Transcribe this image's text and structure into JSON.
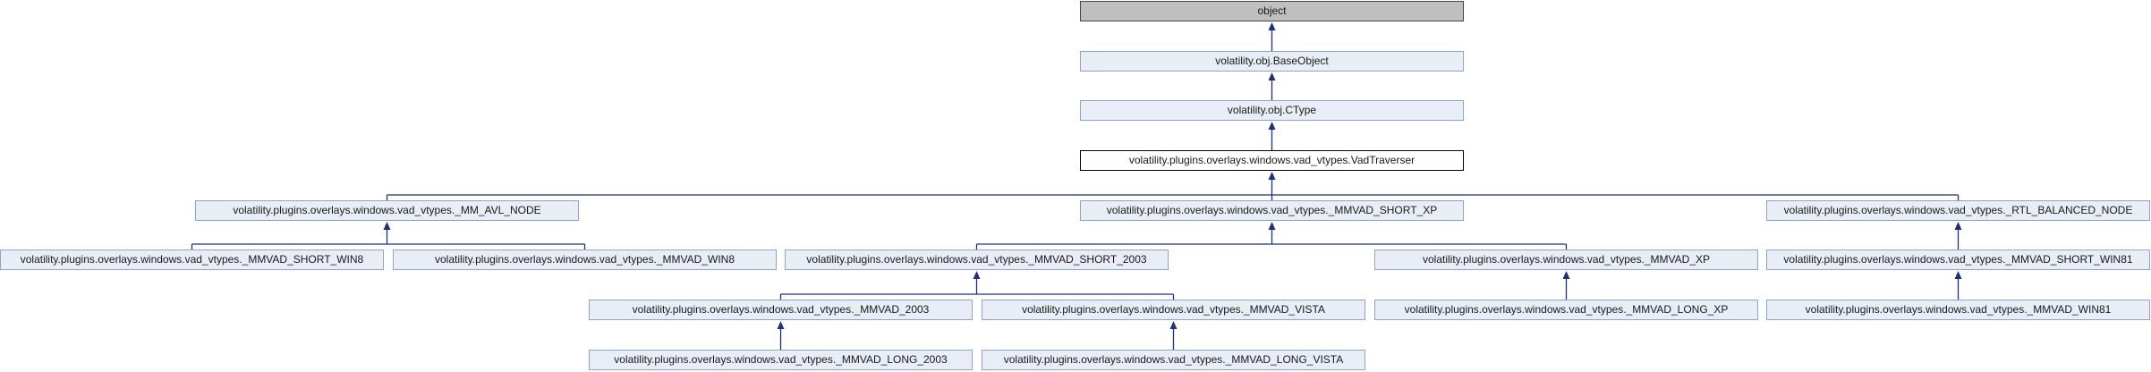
{
  "diagram": {
    "type": "class-inheritance",
    "colors": {
      "node_fill": "#e8edf6",
      "node_border": "#8ea3c9",
      "root_fill": "#bfbfbf",
      "current_border": "#000000",
      "edge": "#1f2f7a"
    },
    "nodes": {
      "object": "object",
      "base_object": "volatility.obj.BaseObject",
      "ctype": "volatility.obj.CType",
      "vad_traverser": "volatility.plugins.overlays.windows.vad_vtypes.VadTraverser",
      "mm_avl_node": "volatility.plugins.overlays.windows.vad_vtypes._MM_AVL_NODE",
      "mmvad_short_xp": "volatility.plugins.overlays.windows.vad_vtypes._MMVAD_SHORT_XP",
      "rtl_balanced_node": "volatility.plugins.overlays.windows.vad_vtypes._RTL_BALANCED_NODE",
      "mmvad_short_win8": "volatility.plugins.overlays.windows.vad_vtypes._MMVAD_SHORT_WIN8",
      "mmvad_win8": "volatility.plugins.overlays.windows.vad_vtypes._MMVAD_WIN8",
      "mmvad_short_2003": "volatility.plugins.overlays.windows.vad_vtypes._MMVAD_SHORT_2003",
      "mmvad_xp": "volatility.plugins.overlays.windows.vad_vtypes._MMVAD_XP",
      "mmvad_short_win81": "volatility.plugins.overlays.windows.vad_vtypes._MMVAD_SHORT_WIN81",
      "mmvad_2003": "volatility.plugins.overlays.windows.vad_vtypes._MMVAD_2003",
      "mmvad_vista": "volatility.plugins.overlays.windows.vad_vtypes._MMVAD_VISTA",
      "mmvad_long_xp": "volatility.plugins.overlays.windows.vad_vtypes._MMVAD_LONG_XP",
      "mmvad_win81": "volatility.plugins.overlays.windows.vad_vtypes._MMVAD_WIN81",
      "mmvad_long_2003": "volatility.plugins.overlays.windows.vad_vtypes._MMVAD_LONG_2003",
      "mmvad_long_vista": "volatility.plugins.overlays.windows.vad_vtypes._MMVAD_LONG_VISTA"
    },
    "edges": [
      {
        "child": "base_object",
        "parent": "object"
      },
      {
        "child": "ctype",
        "parent": "base_object"
      },
      {
        "child": "vad_traverser",
        "parent": "ctype"
      },
      {
        "child": "mm_avl_node",
        "parent": "vad_traverser"
      },
      {
        "child": "mmvad_short_xp",
        "parent": "vad_traverser"
      },
      {
        "child": "rtl_balanced_node",
        "parent": "vad_traverser"
      },
      {
        "child": "mmvad_short_win8",
        "parent": "mm_avl_node"
      },
      {
        "child": "mmvad_win8",
        "parent": "mm_avl_node"
      },
      {
        "child": "mmvad_short_2003",
        "parent": "mmvad_short_xp"
      },
      {
        "child": "mmvad_xp",
        "parent": "mmvad_short_xp"
      },
      {
        "child": "mmvad_short_win81",
        "parent": "rtl_balanced_node"
      },
      {
        "child": "mmvad_2003",
        "parent": "mmvad_short_2003"
      },
      {
        "child": "mmvad_vista",
        "parent": "mmvad_short_2003"
      },
      {
        "child": "mmvad_long_xp",
        "parent": "mmvad_xp"
      },
      {
        "child": "mmvad_win81",
        "parent": "mmvad_short_win81"
      },
      {
        "child": "mmvad_long_2003",
        "parent": "mmvad_2003"
      },
      {
        "child": "mmvad_long_vista",
        "parent": "mmvad_vista"
      }
    ]
  }
}
